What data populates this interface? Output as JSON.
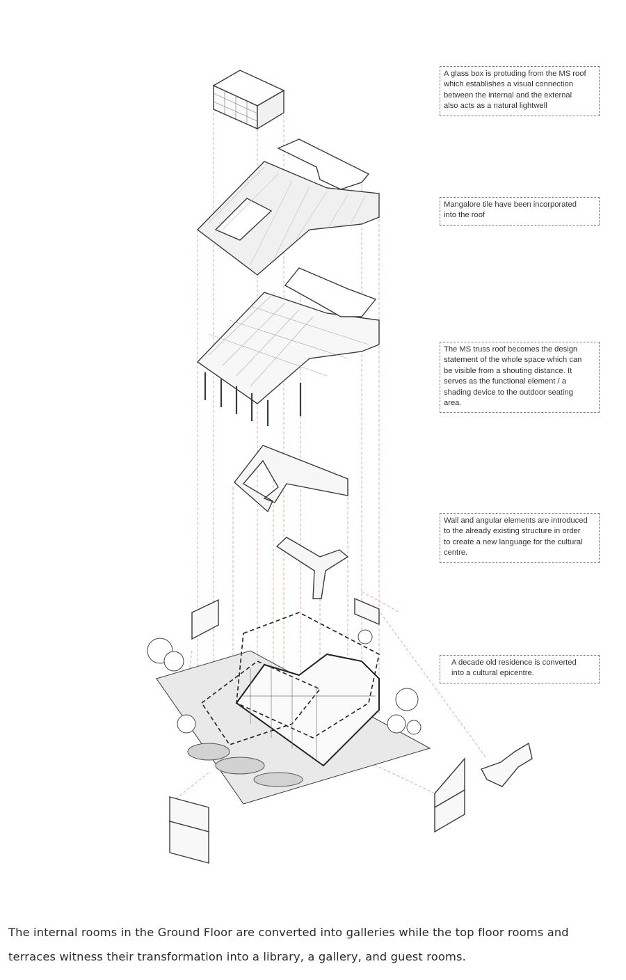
{
  "annotations": [
    {
      "id": "glass-box",
      "lines": [
        "A glass box is protuding from the MS roof",
        "which establishes a visual connection",
        "between the internal and the external",
        "also acts as a natural lightwell"
      ]
    },
    {
      "id": "mangalore-tile",
      "lines": [
        "Mangalore tile have been incorporated",
        "into the roof"
      ]
    },
    {
      "id": "ms-truss",
      "lines": [
        "The MS truss roof becomes the design",
        "statement of the whole space which can",
        "be visible from a shouting distance. It",
        "serves as the functional element / a",
        "shading device to the outdoor seating",
        "area."
      ]
    },
    {
      "id": "walls",
      "lines": [
        "Wall and angular elements are introduced",
        "to the already existing structure in order",
        "to create a new language for the cultural",
        "centre."
      ]
    },
    {
      "id": "residence",
      "lines": [
        "A decade old residence is converted",
        "into a cultural epicentre."
      ]
    }
  ],
  "caption": {
    "line1": "The internal rooms in the Ground Floor are converted into galleries while the top floor rooms and",
    "line2": "terraces witness their transformation into a library, a gallery, and guest rooms."
  },
  "colors": {
    "line": "#3a3a3a",
    "projection": "#e8a898",
    "note_border": "#7a7a7a",
    "ground": "#e9e9e9"
  }
}
